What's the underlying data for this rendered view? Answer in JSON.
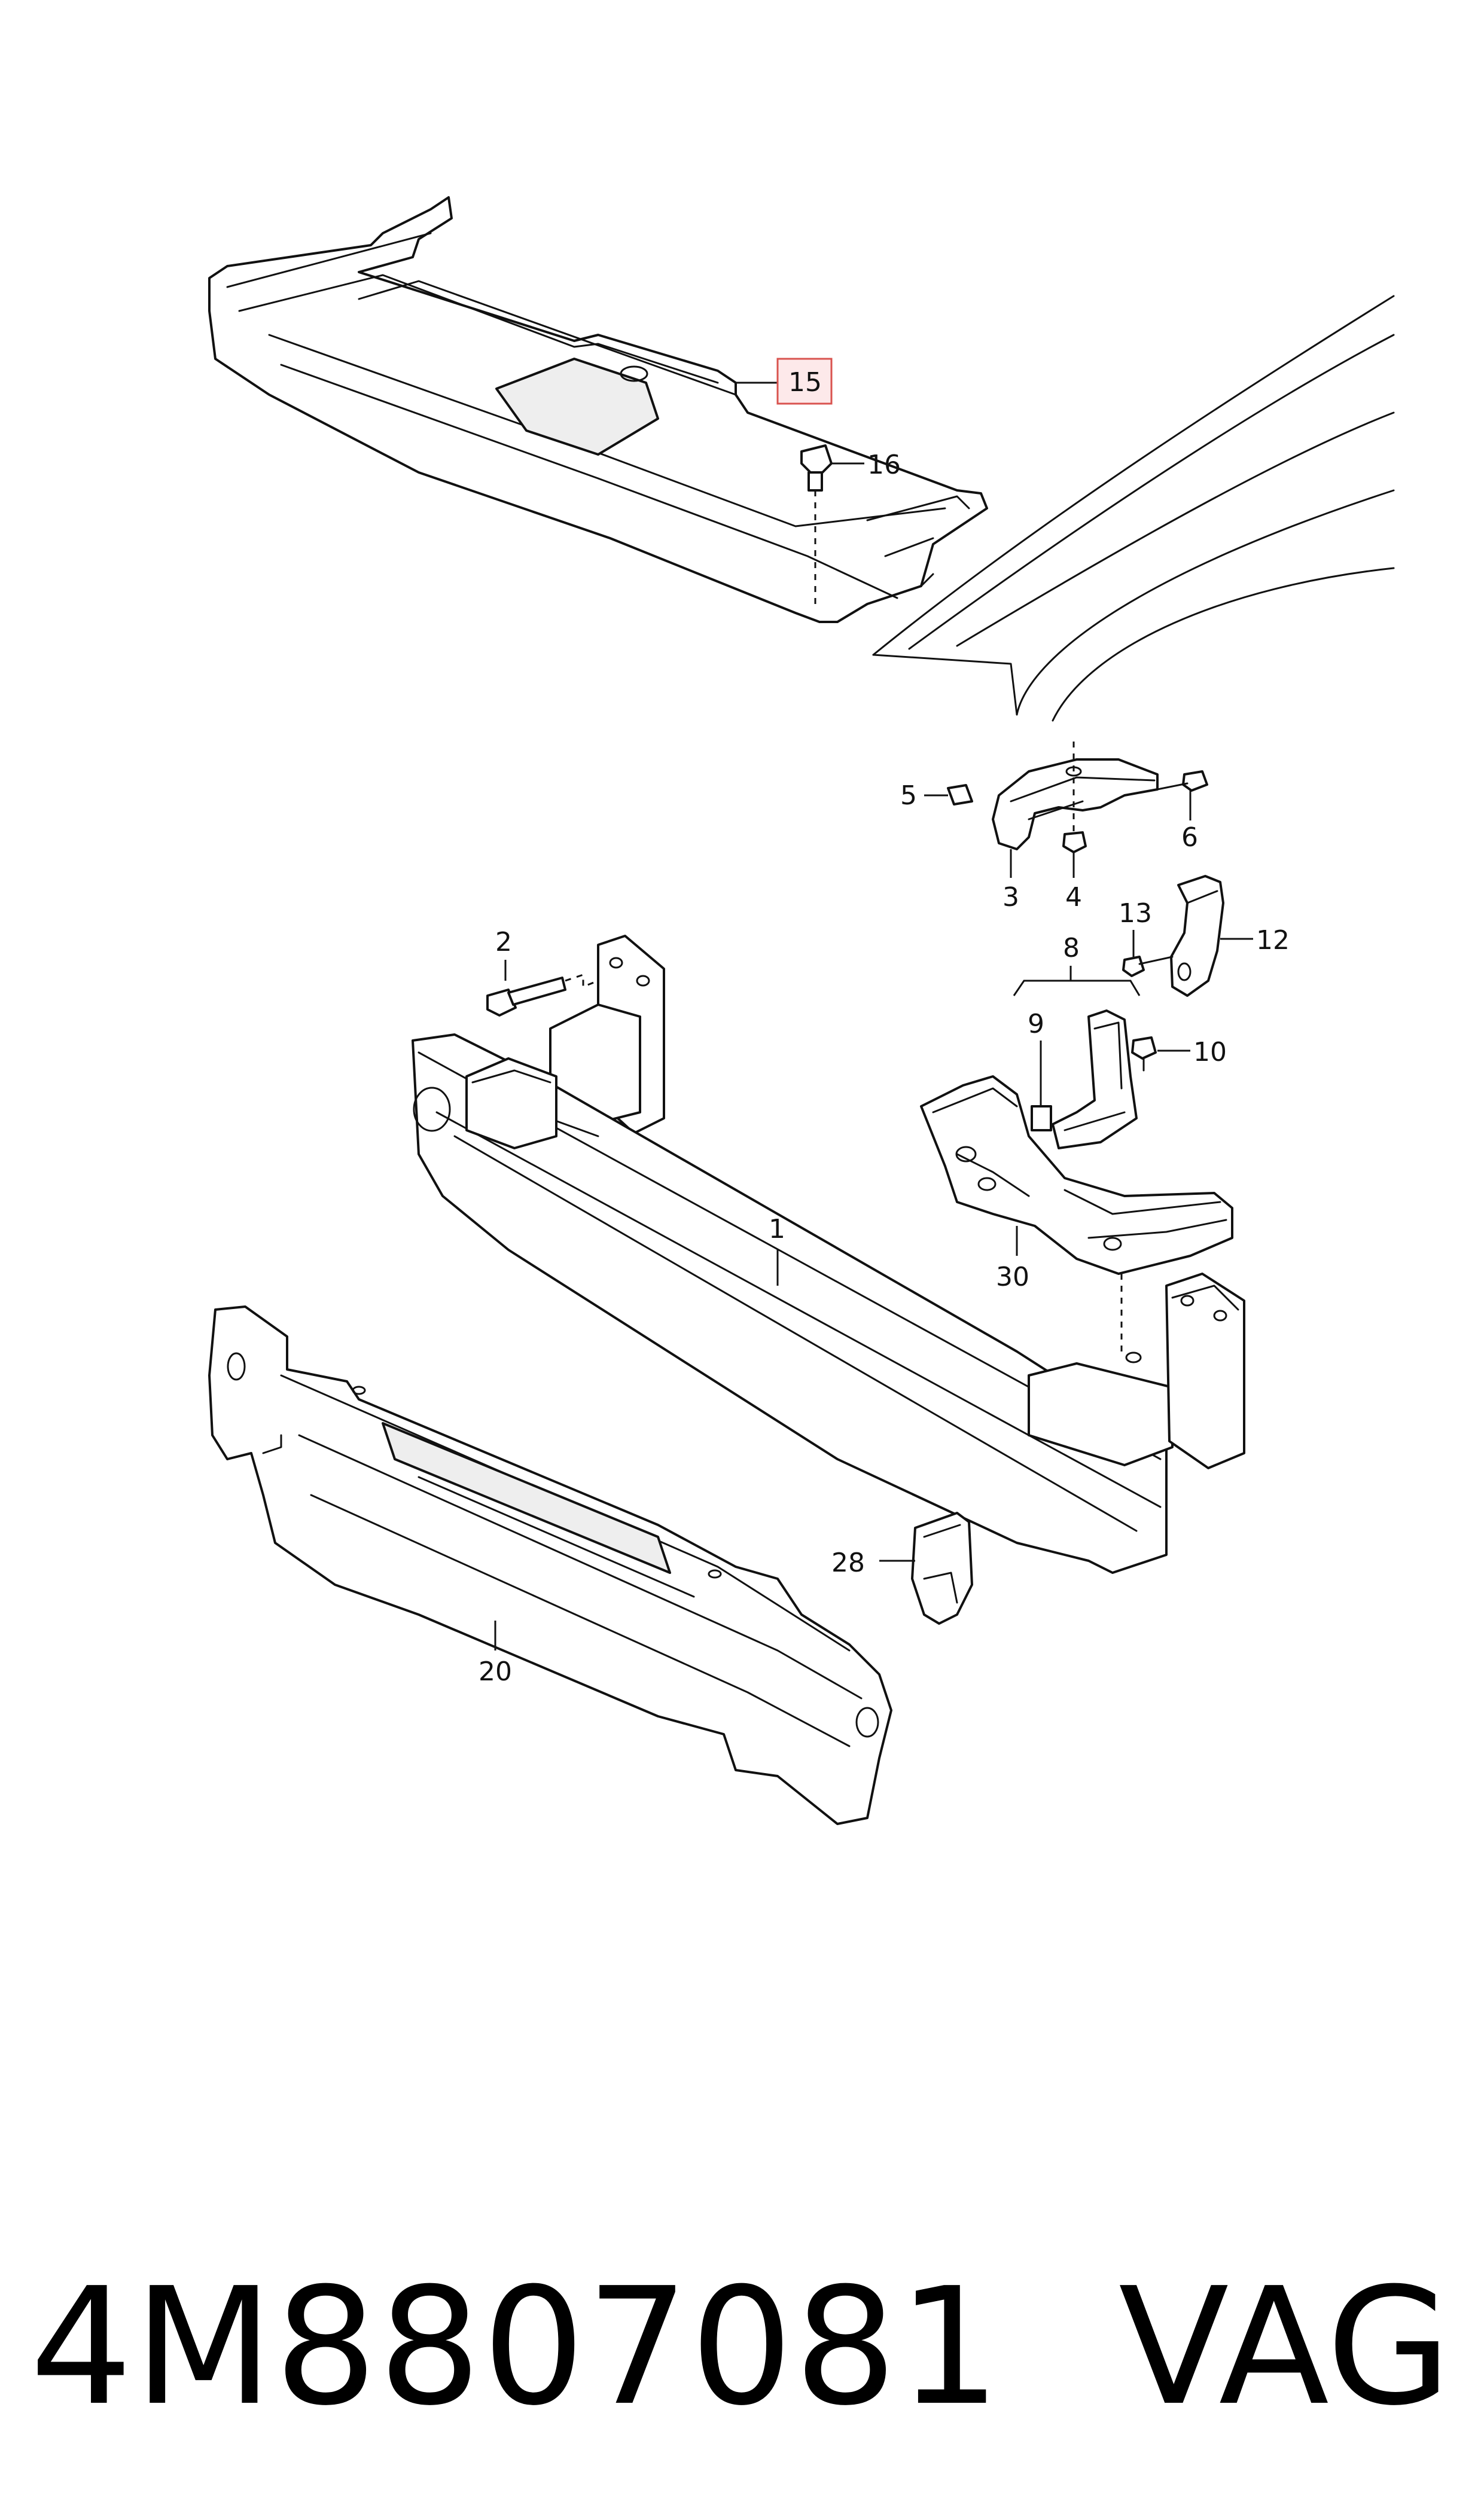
{
  "diagram": {
    "callouts": [
      {
        "id": "c1",
        "label": "1"
      },
      {
        "id": "c2",
        "label": "2"
      },
      {
        "id": "c3",
        "label": "3"
      },
      {
        "id": "c4",
        "label": "4"
      },
      {
        "id": "c5",
        "label": "5"
      },
      {
        "id": "c6",
        "label": "6"
      },
      {
        "id": "c8",
        "label": "8"
      },
      {
        "id": "c9",
        "label": "9"
      },
      {
        "id": "c10",
        "label": "10"
      },
      {
        "id": "c12",
        "label": "12"
      },
      {
        "id": "c13",
        "label": "13"
      },
      {
        "id": "c15",
        "label": "15",
        "highlighted": true
      },
      {
        "id": "c16",
        "label": "16"
      },
      {
        "id": "c20",
        "label": "20"
      },
      {
        "id": "c28",
        "label": "28"
      },
      {
        "id": "c30",
        "label": "30"
      }
    ],
    "highlight_color": "#d9534f"
  },
  "footer": {
    "part_number": "4M8807081",
    "brand": "VAG"
  }
}
